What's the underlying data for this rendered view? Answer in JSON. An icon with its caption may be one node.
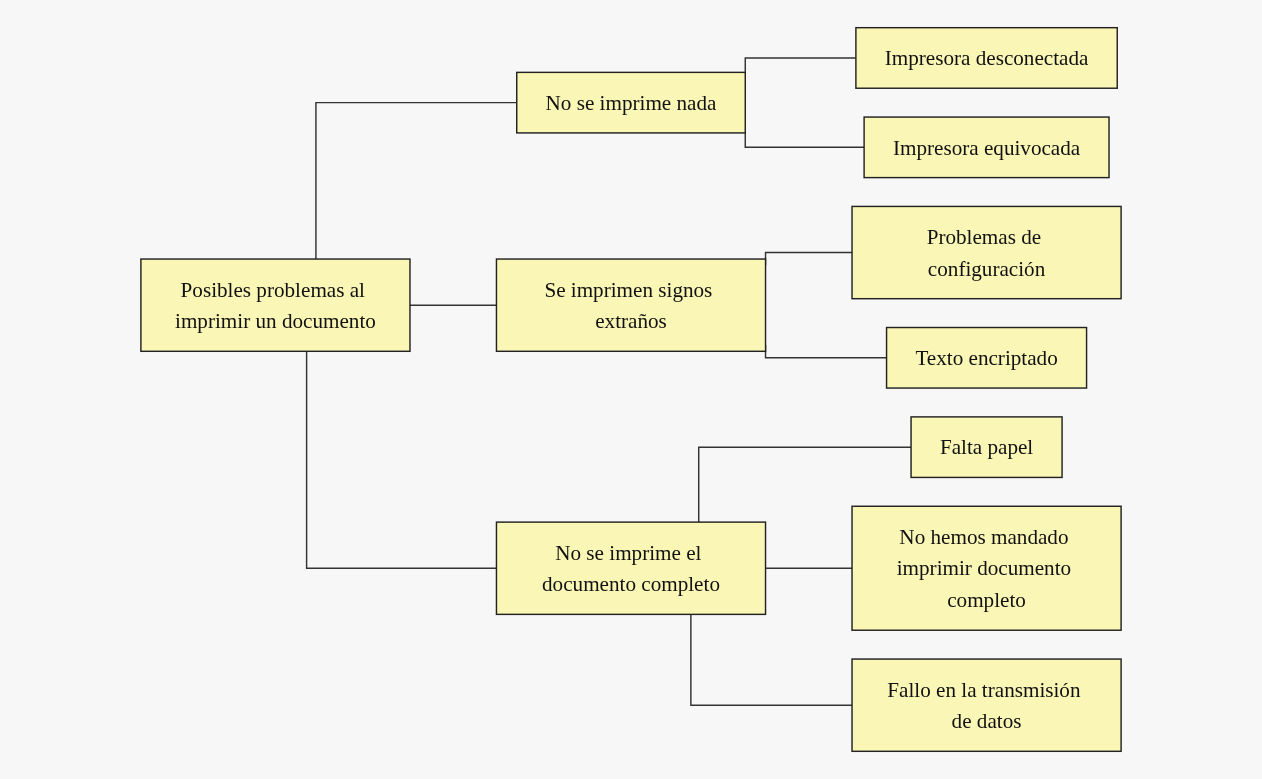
{
  "diagram": {
    "nodes": [
      {
        "text": [
          "Posibles problemas al imprimir un documento"
        ]
      },
      {
        "text": [
          "No se imprime nada"
        ]
      },
      {
        "text": [
          "Se imprimen signos extraños"
        ]
      },
      {
        "text": [
          "No se imprime el documento completo"
        ]
      },
      {
        "text": [
          "Impresora desconectada"
        ]
      },
      {
        "text": [
          "Impresora equivocada"
        ]
      },
      {
        "text": [
          "Problemas de configuración"
        ]
      },
      {
        "text": [
          "Texto encriptado"
        ]
      },
      {
        "text": [
          "Falta papel"
        ]
      },
      {
        "text": [
          "No hemos mandado imprimir documento completo"
        ]
      },
      {
        "text": [
          "Fallo en la transmisión de datos"
        ]
      }
    ],
    "edges": [
      {
        "from": 0,
        "to": 1,
        "arrow": "none"
      },
      {
        "from": 0,
        "to": 2,
        "arrow": "none"
      },
      {
        "from": 0,
        "to": 3,
        "arrow": "none"
      },
      {
        "from": 1,
        "to": 4,
        "arrow": "none"
      },
      {
        "from": 1,
        "to": 5,
        "arrow": "none"
      },
      {
        "from": 2,
        "to": 6,
        "arrow": "none"
      },
      {
        "from": 2,
        "to": 7,
        "arrow": "none"
      },
      {
        "from": 3,
        "to": 8,
        "arrow": "none"
      },
      {
        "from": 3,
        "to": 9,
        "arrow": "none"
      },
      {
        "from": 3,
        "to": 10,
        "arrow": "none"
      }
    ]
  }
}
